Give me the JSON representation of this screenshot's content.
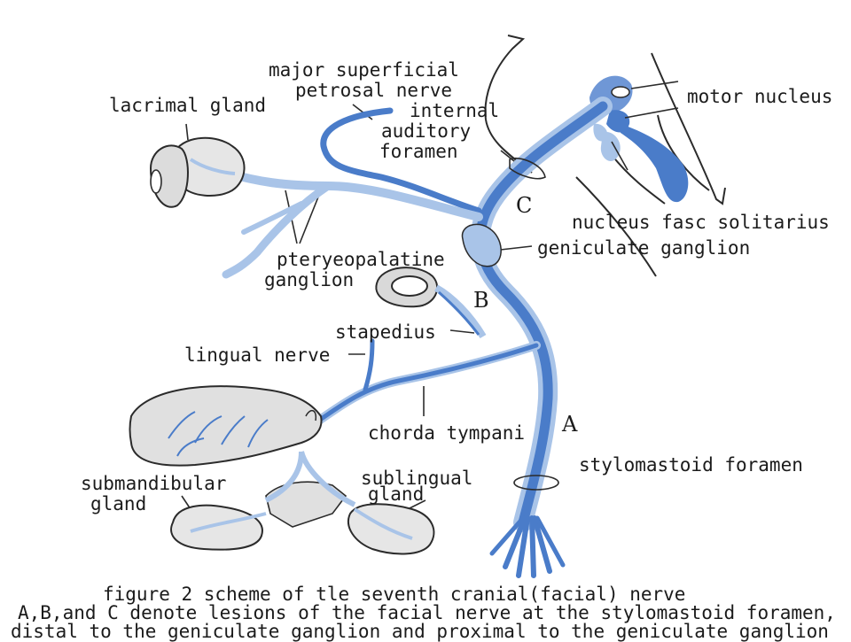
{
  "labels": {
    "major_superficial": "major superficial",
    "petrosal_nerve": "petrosal nerve",
    "lacrimal_gland": "lacrimal gland",
    "internal": "internal",
    "auditory": "auditory",
    "foramen": "foramen",
    "motor_nucleus": "motor nucleus",
    "nucleus_fasc_solitarius": "nucleus fasc solitarius",
    "geniculate_ganglion": "geniculate ganglion",
    "pteryeopalatine": "pteryeopalatine",
    "ganglion": "ganglion",
    "stapedius": "stapedius",
    "lingual_nerve": "lingual nerve",
    "chorda_tympani": "chorda tympani",
    "stylomastoid_foramen": "stylomastoid foramen",
    "submandibular": "submandibular",
    "gland_sub": "gland",
    "sublingual": "sublingual",
    "gland_subl": "gland"
  },
  "lesion_markers": {
    "a": "A",
    "b": "B",
    "c": "C"
  },
  "caption": {
    "line1": "figure 2  scheme of tle seventh cranial(facial) nerve",
    "line2": "A,B,and C denote lesions of the facial nerve at the stylomastoid foramen,",
    "line3": "distal to the geniculate ganglion and proximal to the geniculate ganglion"
  },
  "colors": {
    "nerve_dark": "#4a7cc9",
    "nerve_light": "#a9c4e8",
    "outline": "#2b2b2b"
  }
}
